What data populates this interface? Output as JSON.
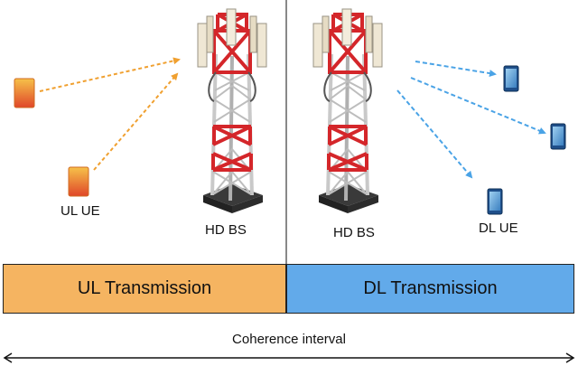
{
  "labels": {
    "ul_ue": "UL UE",
    "hd_bs_left": "HD BS",
    "hd_bs_right": "HD BS",
    "dl_ue": "DL UE"
  },
  "bars": {
    "ul_transmission": "UL Transmission",
    "dl_transmission": "DL Transmission"
  },
  "coherence_interval": "Coherence interval",
  "colors": {
    "ul_bar": "#f5b461",
    "dl_bar": "#62aaea",
    "ul_arrow": "#f0a030",
    "dl_arrow": "#4aa3e6",
    "tower_red": "#d4262a",
    "tower_white": "#e9e9e9",
    "antenna_panel": "#efe7d4"
  },
  "icons": [
    "ul-phone-icon",
    "dl-phone-icon",
    "base-station-tower-icon"
  ]
}
